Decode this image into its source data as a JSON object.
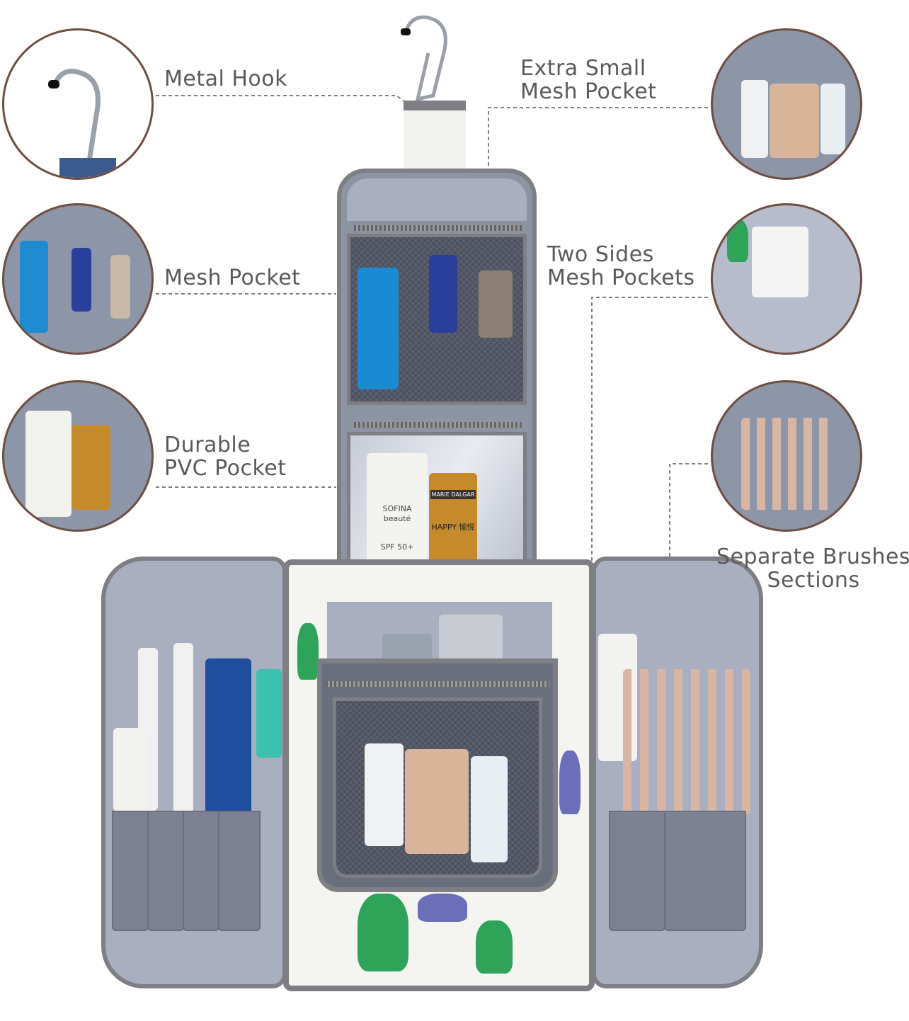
{
  "callouts": {
    "metal_hook": "Metal Hook",
    "mesh_pocket": "Mesh Pocket",
    "pvc_pocket": "Durable\nPVC Pocket",
    "extra_small_mesh": "Extra Small\nMesh Pocket",
    "two_sides_mesh": "Two Sides\nMesh Pockets",
    "brush_sections": "Separate Brushes\nSections"
  },
  "products": {
    "sofina": "SOFINA",
    "beaute": "beauté",
    "spf": "SPF 50+",
    "marie": "MARIE DALGAR",
    "happy": "HAPPY 愉悦"
  },
  "colors": {
    "circle_border": "#6e4e40",
    "label_text": "#5a5a5a",
    "bag_gray": "#7d7f85",
    "lining": "#a9aec0",
    "cactus_green": "#2fa35a",
    "cactus_purple": "#6a6fb8"
  }
}
